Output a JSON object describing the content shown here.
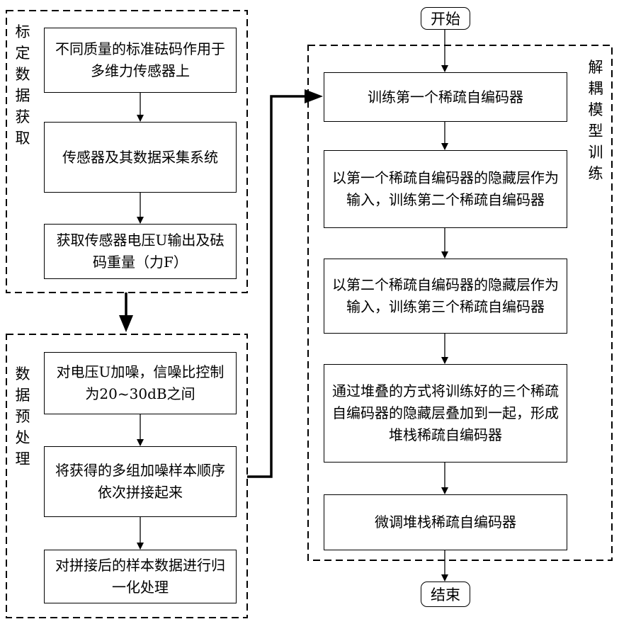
{
  "start_label": "开始",
  "end_label": "结束",
  "group_calibration": {
    "label": "标定数据获取",
    "steps": [
      "不同质量的标准砝码作用于多维力传感器上",
      "传感器及其数据采集系统",
      "获取传感器电压U输出及砝码重量（力F）"
    ]
  },
  "group_preprocess": {
    "label": "数据预处理",
    "steps": [
      "对电压U加噪，信噪比控制为20~30dB之间",
      "将获得的多组加噪样本顺序依次拼接起来",
      "对拼接后的样本数据进行归一化处理"
    ]
  },
  "group_training": {
    "label": "解耦模型训练",
    "steps": [
      "训练第一个稀疏自编码器",
      "以第一个稀疏自编码器的隐藏层作为输入，训练第二个稀疏自编码器",
      "以第二个稀疏自编码器的隐藏层作为输入，训练第三个稀疏自编码器",
      "通过堆叠的方式将训练好的三个稀疏自编码器的隐藏层叠加到一起，形成堆栈稀疏自编码器",
      "微调堆栈稀疏自编码器"
    ]
  }
}
